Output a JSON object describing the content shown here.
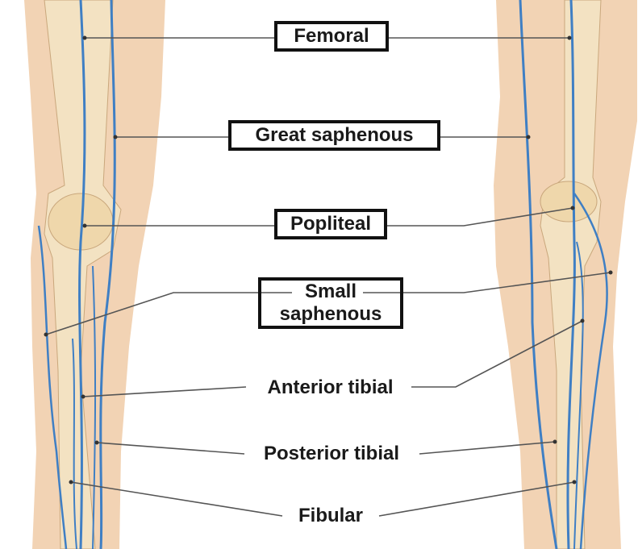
{
  "labels": {
    "femoral": "Femoral",
    "great_saphenous": "Great saphenous",
    "popliteal": "Popliteal",
    "small_saphenous_line1": "Small",
    "small_saphenous_line2": "saphenous",
    "anterior_tibial": "Anterior tibial",
    "posterior_tibial": "Posterior tibial",
    "fibular": "Fibular"
  },
  "colors": {
    "vein": "#3f7fc4",
    "skin": "#f2d3b4",
    "bone": "#f3e2c2",
    "leader_line": "#555555"
  }
}
